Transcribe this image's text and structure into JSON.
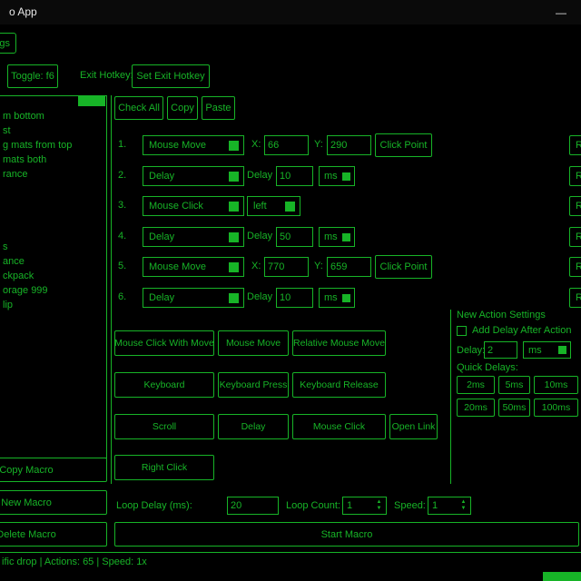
{
  "colors": {
    "accent": "#17b427",
    "titlebar_bg": "#0a0a0a",
    "bg": "#000000"
  },
  "titlebar": {
    "title": "o App",
    "minimize_glyph": "—"
  },
  "menu": {
    "tab_label": "gs"
  },
  "toolbar": {
    "toggle_label": "Toggle: f6",
    "exit_hotkey_label": "Exit Hotkey:",
    "set_exit_hotkey_label": "Set Exit Hotkey"
  },
  "macro_list": {
    "items": [
      "m bottom",
      "st",
      "g mats from top",
      "mats both",
      "rance",
      "",
      "",
      "",
      "",
      "s",
      "ance",
      "ckpack",
      "orage 999",
      "lip"
    ],
    "copy_macro": "Copy Macro",
    "new_macro": "New Macro",
    "delete_macro": "Delete Macro"
  },
  "actions_toolbar": {
    "check_all": "Check All",
    "copy": "Copy",
    "paste": "Paste"
  },
  "action_rows": [
    {
      "num": "1.",
      "type": "Mouse Move",
      "x_label": "X:",
      "x_value": "66",
      "y_label": "Y:",
      "y_value": "290",
      "click_point": "Click Point",
      "remove": "Remove"
    },
    {
      "num": "2.",
      "type": "Delay",
      "delay_label": "Delay",
      "delay_value": "10",
      "unit": "ms",
      "remove": "Remove"
    },
    {
      "num": "3.",
      "type": "Mouse Click",
      "button_value": "left",
      "remove": "Remove"
    },
    {
      "num": "4.",
      "type": "Delay",
      "delay_label": "Delay",
      "delay_value": "50",
      "unit": "ms",
      "remove": "Remove"
    },
    {
      "num": "5.",
      "type": "Mouse Move",
      "x_label": "X:",
      "x_value": "770",
      "y_label": "Y:",
      "y_value": "659",
      "click_point": "Click Point",
      "remove": "Remove"
    },
    {
      "num": "6.",
      "type": "Delay",
      "delay_label": "Delay",
      "delay_value": "10",
      "unit": "ms",
      "remove": "Remove"
    }
  ],
  "add_action_buttons": {
    "row1": [
      "Mouse Click With Move",
      "Mouse Move",
      "Relative Mouse Move"
    ],
    "row2": [
      "Keyboard",
      "Keyboard Press",
      "Keyboard Release"
    ],
    "row3": [
      "Scroll",
      "Delay",
      "Mouse Click",
      "Open Link"
    ],
    "row4": [
      "Right Click"
    ]
  },
  "new_action_settings": {
    "title": "New Action Settings",
    "add_delay_checkbox_label": "Add Delay After Action",
    "delay_label": "Delay:",
    "delay_value": "2",
    "unit": "ms",
    "quick_delays_label": "Quick Delays:",
    "quick_delays": [
      "2ms",
      "5ms",
      "10ms",
      "20ms",
      "50ms",
      "100ms"
    ]
  },
  "loop_controls": {
    "loop_delay_label": "Loop Delay (ms):",
    "loop_delay_value": "20",
    "loop_count_label": "Loop Count:",
    "loop_count_value": "1",
    "speed_label": "Speed:",
    "speed_value": "1",
    "start_macro": "Start Macro"
  },
  "statusbar": {
    "text": "ific drop | Actions: 65 | Speed: 1x"
  }
}
